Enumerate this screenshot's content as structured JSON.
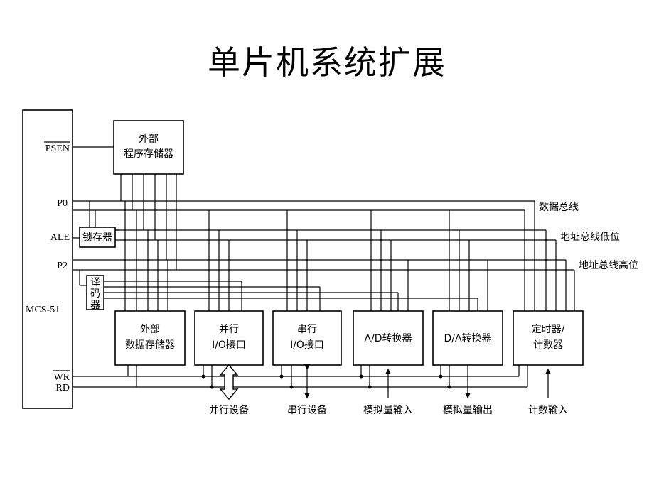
{
  "title": "单片机系统扩展",
  "mcu": {
    "name": "MCS-51",
    "pins": {
      "psen": "PSEN",
      "p0": "P0",
      "ale": "ALE",
      "p2": "P2",
      "wr": "WR",
      "rd": "RD"
    }
  },
  "latch": "锁存器",
  "decoder": [
    "译",
    "码",
    "器"
  ],
  "program_memory": [
    "外部",
    "程序存储器"
  ],
  "buses": {
    "data": "数据总线",
    "addr_low": "地址总线低位",
    "addr_high": "地址总线高位"
  },
  "peripherals": [
    {
      "lines": [
        "外部",
        "数据存储器"
      ]
    },
    {
      "lines": [
        "并行",
        "I/O接口"
      ]
    },
    {
      "lines": [
        "串行",
        "I/O接口"
      ]
    },
    {
      "lines": [
        "A/D转换器"
      ]
    },
    {
      "lines": [
        "D/A转换器"
      ]
    },
    {
      "lines": [
        "定时器/",
        "计数器"
      ]
    }
  ],
  "external": [
    "并行设备",
    "串行设备",
    "模拟量输入",
    "模拟量输出",
    "计数输入"
  ]
}
